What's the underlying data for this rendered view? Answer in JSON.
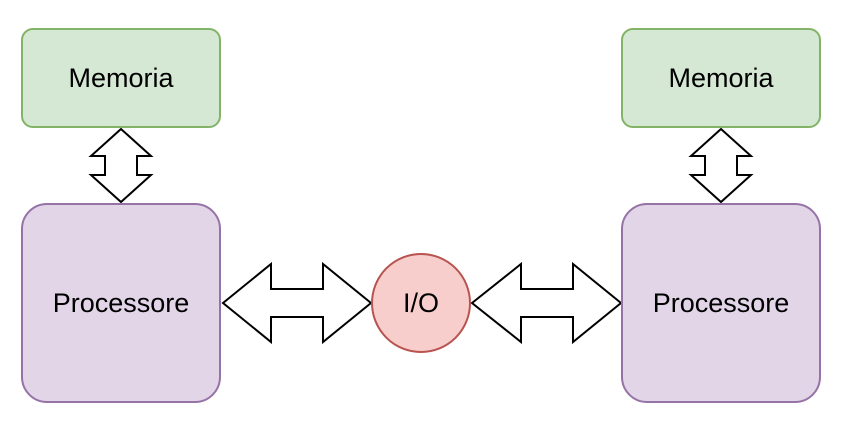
{
  "nodes": {
    "memory_left": "Memoria",
    "memory_right": "Memoria",
    "processor_left": "Processore",
    "processor_right": "Processore",
    "io": "I/O"
  },
  "edges": [
    {
      "from": "memory_left",
      "to": "processor_left",
      "type": "double-arrow"
    },
    {
      "from": "processor_left",
      "to": "io",
      "type": "double-arrow"
    },
    {
      "from": "io",
      "to": "processor_right",
      "type": "double-arrow"
    },
    {
      "from": "memory_right",
      "to": "processor_right",
      "type": "double-arrow"
    }
  ],
  "colors": {
    "memory_fill": "#d5e8d4",
    "memory_stroke": "#82b366",
    "processor_fill": "#e1d5e7",
    "processor_stroke": "#9673a6",
    "io_fill": "#f8cecc",
    "io_stroke": "#b85450",
    "arrow_fill": "#ffffff",
    "arrow_stroke": "#000000"
  }
}
